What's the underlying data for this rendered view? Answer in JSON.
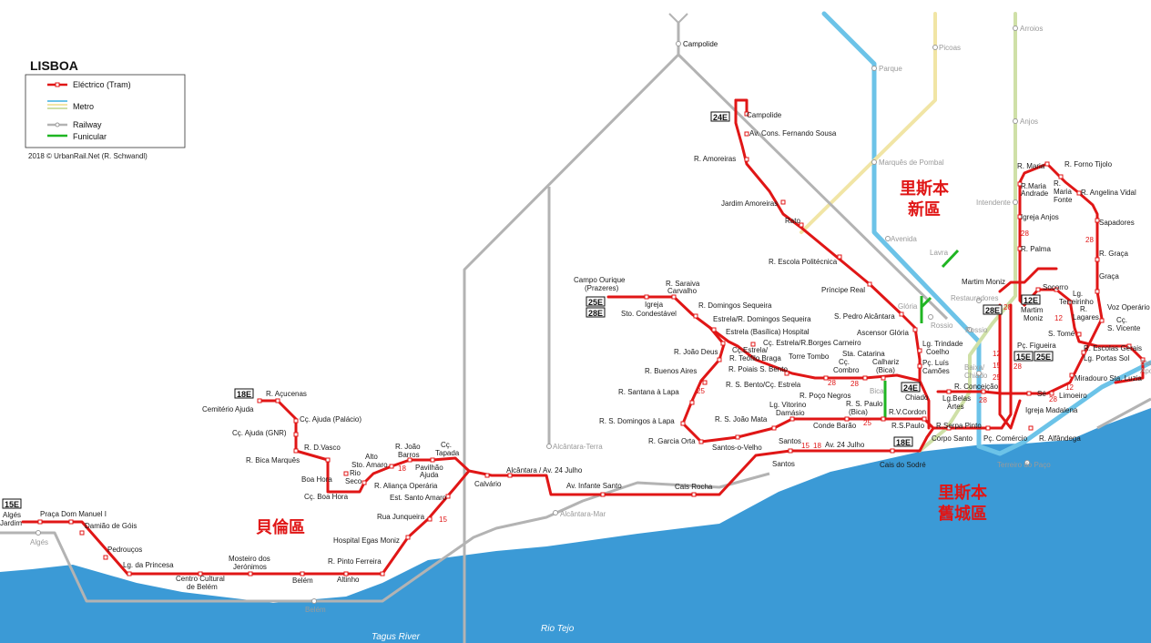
{
  "legend": {
    "title": "LISBOA",
    "items": [
      {
        "label": "Eléctrico (Tram)",
        "color": "#e01616"
      },
      {
        "label": "Metro",
        "color": "#6cc3e8"
      },
      {
        "label": "Railway",
        "color": "#b3b3b3"
      },
      {
        "label": "Funicular",
        "color": "#1fb522"
      }
    ],
    "credit": "2018 © UrbanRail.Net (R. Schwandl)"
  },
  "colors": {
    "tram": "#e01616",
    "water": "#3b9ad6",
    "metro_blue": "#6cc3e8",
    "metro_yellow": "#f1e5a5",
    "metro_green": "#cfe0a7",
    "railway": "#b3b3b3",
    "funicular": "#1fb522"
  },
  "districts": {
    "new_town": [
      "里斯本",
      "新區"
    ],
    "old_town": [
      "里斯本",
      "舊城區"
    ],
    "belem": "貝倫區"
  },
  "water": {
    "tagus": "Tagus River",
    "tejo": "Rio Tejo"
  },
  "routes": {
    "r15e": "15E",
    "r18e": "18E",
    "r24e_north": "24E",
    "r24e_south": "24E",
    "r25e_west": "25E",
    "r28e_west": "28E",
    "r28e_east": "28E",
    "r12e_north": "12E",
    "r15e_east": "15E",
    "r25e_east": "25E",
    "r18e_south": "18E"
  },
  "tram_stops": {
    "alges_jardim": [
      "Algés",
      "Jardim"
    ],
    "praca_dom_manuel": "Praça Dom Manuel I",
    "damiao_gois": "Damião de Góis",
    "pedroucos": "Pedrouços",
    "lg_princesa": "Lg. da Princesa",
    "centro_cultural": [
      "Centro Cultural",
      "de Belém"
    ],
    "mosteiro": [
      "Mosteiro dos",
      "Jerónimos"
    ],
    "belem": "Belém",
    "altinho": "Altinho",
    "r_pinto_ferreira": "R. Pinto Ferreira",
    "hospital_egas": "Hospital Egas Moniz",
    "rua_junqueira": "Rua Junqueira",
    "est_santo_amaro": "Est. Santo Amaro",
    "r_alianca": "R. Aliança Operária",
    "pavilhao_ajuda": [
      "Pavilhão",
      "Ajuda"
    ],
    "cc_tapada": [
      "Cç.",
      "Tapada"
    ],
    "r_joao_barros": [
      "R. João",
      "Barros"
    ],
    "alto_sto_amaro": [
      "Alto",
      "Sto. Amaro"
    ],
    "rio_seco": [
      "Rio",
      "Seco"
    ],
    "cc_boa_hora": "Cç. Boa Hora",
    "boa_hora": "Boa Hora",
    "r_bica_marques": "R. Bica Marquês",
    "r_d_vasco": "R. D.Vasco",
    "cc_ajuda_gnr": "Cç. Ajuda (GNR)",
    "cc_ajuda_palacio": "Cç. Ajuda (Palácio)",
    "cemiterio_ajuda": "Cemitério Ajuda",
    "r_acucenas": "R. Açucenas",
    "calvario": "Calvário",
    "alcantara_24": "Alcântara / Av. 24 Julho",
    "av_infante_santo": "Av. Infante Santo",
    "cais_rocha": "Cais Rocha",
    "santos": "Santos",
    "av_24_julho": "Av. 24 Julho",
    "cais_sodre": "Cais do Sodré",
    "corpo_santo": "Corpo Santo",
    "pc_comercio": "Pç. Comércio",
    "r_alfandega": "R. Alfândega",
    "r_serpa_pinto": "R.Serpa Pinto",
    "r_s_paulo": "R.S.Paulo",
    "conde_barao": "Conde Barão",
    "lg_vitorino": [
      "Lg. Vitorino",
      "Damásio"
    ],
    "santos_velho": "Santos-o-Velho",
    "r_garcia_orta": "R. Garcia Orta",
    "r_s_joao_mata": "R. S. João Mata",
    "r_s_domingos_lapa": "R. S. Domingos à Lapa",
    "r_santana_lapa": "R. Santana à Lapa",
    "r_buenos_aires": "R. Buenos Aires",
    "r_joao_deus": "R. João Deus",
    "cc_estrela_teofilo": [
      "Cç.Estrela/",
      "R. Teófilo Braga"
    ],
    "r_poiais": "R. Poiais S. Bento",
    "r_s_bento_estrela": "R. S. Bento/Cç. Estrela",
    "torre_tombo": "Torre Tombo",
    "cc_estrela_borges": "Cç. Estrela/R.Borges Carneiro",
    "estrela_basilica": "Estrela (Basílica) Hospital",
    "estrela_domingos": "Estrela/R. Domingos Sequeira",
    "r_domingos_sequeira": "R. Domingos Sequeira",
    "r_saraiva_carvalho": [
      "R. Saraiva",
      "Carvalho"
    ],
    "igreja_condestavel": [
      "Igreja",
      "Sto. Condestável"
    ],
    "campo_ourique": [
      "Campo Ourique",
      "(Prazeres)"
    ],
    "r_poco_negros": "R. Poço Negros",
    "cc_combro": [
      "Cç.",
      "Combro"
    ],
    "sta_catarina": "Sta. Catarina",
    "calhariz": [
      "Calhariz",
      "(Bica)"
    ],
    "r_s_paulo_bica": [
      "R. S. Paulo",
      "(Bica)"
    ],
    "r_v_cordon": "R.V.Cordon",
    "chiado": "Chiado",
    "pc_luis_camoes": [
      "Pç. Luís",
      "Camões"
    ],
    "lg_trindade": [
      "Lg. Trindade",
      "Coelho"
    ],
    "ascensor_gloria": "Ascensor Glória",
    "s_pedro_alcantara": "S. Pedro Alcântara",
    "principe_real": "Príncipe Real",
    "r_escola_politecnica": "R. Escola Politécnica",
    "rato": "Rato",
    "jardim_amoreiras": "Jardim Amoreiras",
    "r_amoreiras": "R. Amoreiras",
    "av_cons_sousa": "Av. Cons. Fernando Sousa",
    "campolide_tram": "Campolide",
    "lg_belas_artes": [
      "Lg.Belas",
      "Artes"
    ],
    "r_conceicao": "R. Conceição",
    "se": "Sé",
    "igreja_madalena": "Igreja Madalena",
    "limoeiro": "Limoeiro",
    "miradouro": "Miradouro Sta. Luzia",
    "lg_portas_sol": "Lg. Portas Sol",
    "r_escolas_gerais": "R. Escolas Gerais",
    "s_vicente": [
      "Cç.",
      "S. Vicente"
    ],
    "voz_operario": "Voz Operário",
    "graca": "Graça",
    "r_graca": "R. Graça",
    "sapadores": "Sapadores",
    "r_angelina_vidal": "R. Angelina Vidal",
    "r_forno_tijolo": "R. Forno Tijolo",
    "r_maria": "R. Maria",
    "r_maria_andrade": [
      "R.Maria",
      "Andrade"
    ],
    "r_maria_fonte": [
      "R.",
      "Maria",
      "Fonte"
    ],
    "igreja_anjos": "Igreja Anjos",
    "r_palma": "R. Palma",
    "martim_moniz": "Martim Moniz",
    "martim_moniz2": [
      "Martim",
      "Moniz"
    ],
    "socorro": "Socorro",
    "lg_terreirinho": [
      "Lg.",
      "Terreirinho"
    ],
    "r_lagares": [
      "R.",
      "Lagares"
    ],
    "s_tome": "S. Tomé",
    "pc_figueira": "Pç. Figueira"
  },
  "grey_stations": {
    "campolide": "Campolide",
    "alcantara_terra": "Alcântara-Terra",
    "alcantara_mar": "Alcântara-Mar",
    "alges": "Algés",
    "belem": "Belém",
    "parque": "Parque",
    "picoas": "Picoas",
    "arroios": "Arroios",
    "anjos": "Anjos",
    "marques_pombal": "Marquês de Pombal",
    "intendente": "Intendente",
    "avenida": "Avenida",
    "lavra": "Lavra",
    "restauradores": "Restauradores",
    "gloria": "Glória",
    "rossio_f": "Rossio",
    "rossio_m": "Rossio",
    "baixa_chiado": [
      "Baixa/",
      "Chiado"
    ],
    "terreiro_paco": "Terreiro do Paço",
    "bica": "Bica",
    "santa_apolonia": [
      "Sta.",
      "Apol."
    ]
  },
  "line_numbers": {
    "n18": "18",
    "n15": "15",
    "n25a": "25",
    "n28a": "28",
    "n28b": "28",
    "n28c": "28",
    "n28d": "28",
    "n25b": "25",
    "n15b": "15",
    "n18b": "18",
    "n12a": "12",
    "n12b": "12",
    "n28e": "28",
    "n28f": "28",
    "n28g": "28",
    "n12c": "12",
    "n15c": "15",
    "n25c": "25",
    "n28h": "28"
  }
}
